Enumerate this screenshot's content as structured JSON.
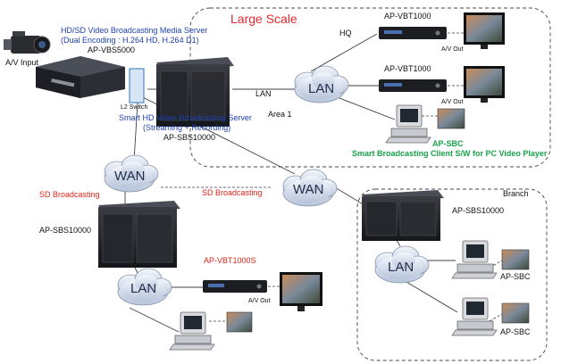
{
  "title": "Large Scale",
  "zones": {
    "hq": "HQ",
    "area": "Area 1",
    "branch": "Branch"
  },
  "media_server": {
    "title": "HD/SD Video Broadcasting Media Server",
    "encoding": "(Dual Encoding : H.264 HD, H.264 D1)",
    "model": "AP-VBS5000",
    "input": "A/V Input"
  },
  "switch": {
    "label": "L2 Switch"
  },
  "smart_server": {
    "title": "Smart HD Video Broadcasting Server",
    "function": "(Streaming + Recording)",
    "model": "AP-SBS10000"
  },
  "networks": {
    "lan": "LAN",
    "wan": "WAN"
  },
  "hq_receivers": [
    {
      "model": "AP-VBT1000",
      "out": "A/V Out"
    },
    {
      "model": "AP-VBT1000",
      "out": "A/V Out"
    }
  ],
  "client": {
    "model": "AP-SBC",
    "desc": "Smart Broadcasting Client S/W for PC Video Player"
  },
  "sd_broadcasting": "SD Broadcasting",
  "left_site": {
    "server": "AP-SBS10000",
    "receiver": "AP-VBT1000S",
    "out": "A/V Out"
  },
  "branch_site": {
    "server": "AP-SBS10000",
    "clients": [
      "AP-SBC",
      "AP-SBC"
    ]
  },
  "colors": {
    "title_red": "#e8282c",
    "blue_text": "#1b3fb0",
    "green_text": "#19a24a",
    "sd_red": "#e0241c"
  }
}
